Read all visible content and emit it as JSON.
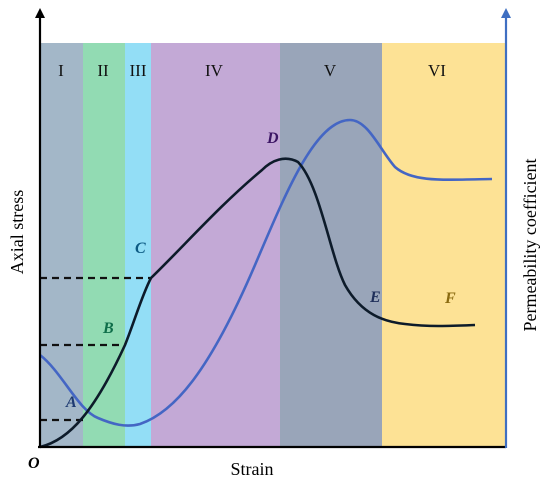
{
  "axes": {
    "origin_label": "O",
    "x_label": "Strain",
    "y_left_label": "Axial stress",
    "y_right_label": "Permeability coefficient"
  },
  "stages": [
    {
      "label": "I",
      "color": "#a3b7c8"
    },
    {
      "label": "II",
      "color": "#92dbb3"
    },
    {
      "label": "III",
      "color": "#93def6"
    },
    {
      "label": "IV",
      "color": "#c3a9d6"
    },
    {
      "label": "V",
      "color": "#99a5b9"
    },
    {
      "label": "VI",
      "color": "#fde295"
    }
  ],
  "points": [
    {
      "label": "A",
      "color": "#1f3b72"
    },
    {
      "label": "B",
      "color": "#0f6e4a"
    },
    {
      "label": "C",
      "color": "#0c5a83"
    },
    {
      "label": "D",
      "color": "#3b1464"
    },
    {
      "label": "E",
      "color": "#1f2f5a"
    },
    {
      "label": "F",
      "color": "#8a6a10"
    }
  ],
  "colors": {
    "stress_curve": "#0d1b2a",
    "permeability_curve": "#4466c4",
    "left_axis": "#000000",
    "right_axis": "#3f6fc2"
  }
}
